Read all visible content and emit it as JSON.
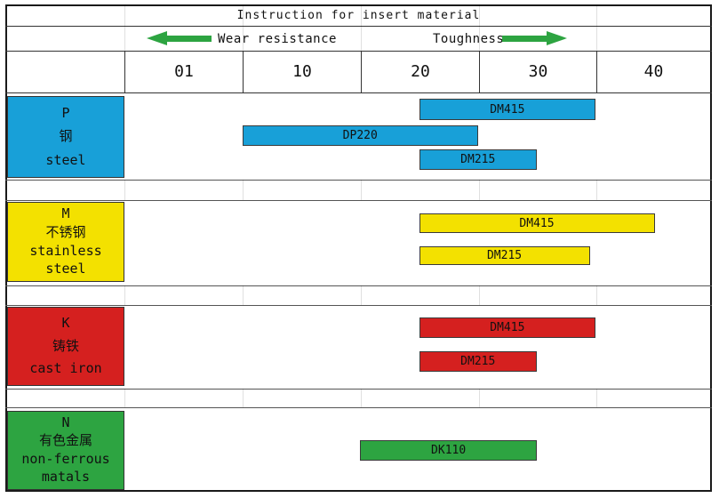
{
  "title": "Instruction for insert material",
  "legend": {
    "left_label": "Wear resistance",
    "right_label": "Toughness",
    "arrow_color": "#2da441"
  },
  "chart_data": {
    "type": "bar",
    "subtype": "horizontal-range",
    "title": "Instruction for insert material",
    "x_axis": {
      "ticks": [
        "01",
        "10",
        "20",
        "30",
        "40"
      ],
      "tick_values": [
        0,
        10,
        20,
        30,
        40
      ],
      "left_label": "Wear resistance",
      "right_label": "Toughness"
    },
    "grid": false,
    "legend_position": "none",
    "rows": [
      {
        "id": "P",
        "label_lines": [
          "P",
          "钢",
          "steel"
        ],
        "color": "#18a0d8",
        "bars": [
          {
            "label": "DM415",
            "range": [
              20,
              35
            ]
          },
          {
            "label": "DP220",
            "range": [
              5,
              25
            ]
          },
          {
            "label": "DM215",
            "range": [
              20,
              30
            ]
          }
        ]
      },
      {
        "id": "M",
        "label_lines": [
          "M",
          "不锈钢",
          "stainless",
          "steel"
        ],
        "color": "#f3e100",
        "bars": [
          {
            "label": "DM415",
            "range": [
              20,
              40
            ]
          },
          {
            "label": "DM215",
            "range": [
              20,
              34.5
            ]
          }
        ]
      },
      {
        "id": "K",
        "label_lines": [
          "K",
          "铸铁",
          "cast iron"
        ],
        "color": "#d5201f",
        "bars": [
          {
            "label": "DM415",
            "range": [
              20,
              35
            ]
          },
          {
            "label": "DM215",
            "range": [
              20,
              30
            ]
          }
        ]
      },
      {
        "id": "N",
        "label_lines": [
          "N",
          "有色金属",
          "non-ferrous",
          "matals"
        ],
        "color": "#2da441",
        "bars": [
          {
            "label": "DK110",
            "range": [
              15,
              30
            ]
          }
        ]
      }
    ]
  }
}
